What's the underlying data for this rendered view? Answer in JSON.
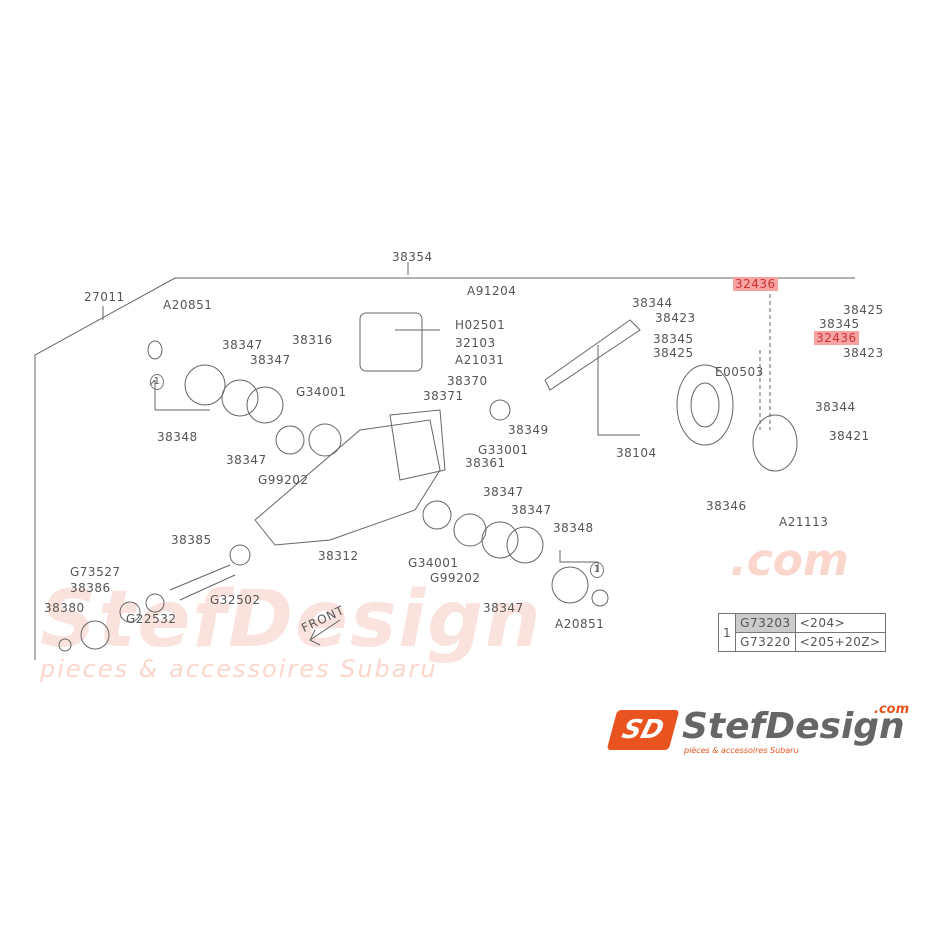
{
  "labels": [
    "38354",
    "A91204",
    "27011",
    "A20851",
    "38344",
    "32436",
    "38425",
    "38423",
    "38345",
    "38316",
    "H02501",
    "38347",
    "38347",
    "32436",
    "38345",
    "38423",
    "32103",
    "38425",
    "A21031",
    "E00503",
    "38370",
    "38371",
    "G34001",
    "38349",
    "38344",
    "G33001",
    "38348",
    "38104",
    "38421",
    "38347",
    "G99202",
    "38361",
    "38347",
    "38347",
    "38346",
    "A21113",
    "38385",
    "38348",
    "38312",
    "G73527",
    "38386",
    "G34001",
    "G99202",
    "G32502",
    "38380",
    "38347",
    "G22532",
    "A20851"
  ],
  "front_label": "FRONT",
  "note_marker": "1",
  "table": [
    {
      "part": "G73203",
      "code": "<204>"
    },
    {
      "part": "G73220",
      "code": "<205+20Z>"
    }
  ],
  "watermark": {
    "name": "StefDesign",
    "domain": ".com",
    "tagline": "pieces & accessoires Subaru"
  },
  "logo": {
    "mark": "SD",
    "name": "StefDesign",
    "domain": ".com",
    "tagline": "pièces & accessoires Subaru"
  },
  "highlight_color": "#f5a3a3"
}
